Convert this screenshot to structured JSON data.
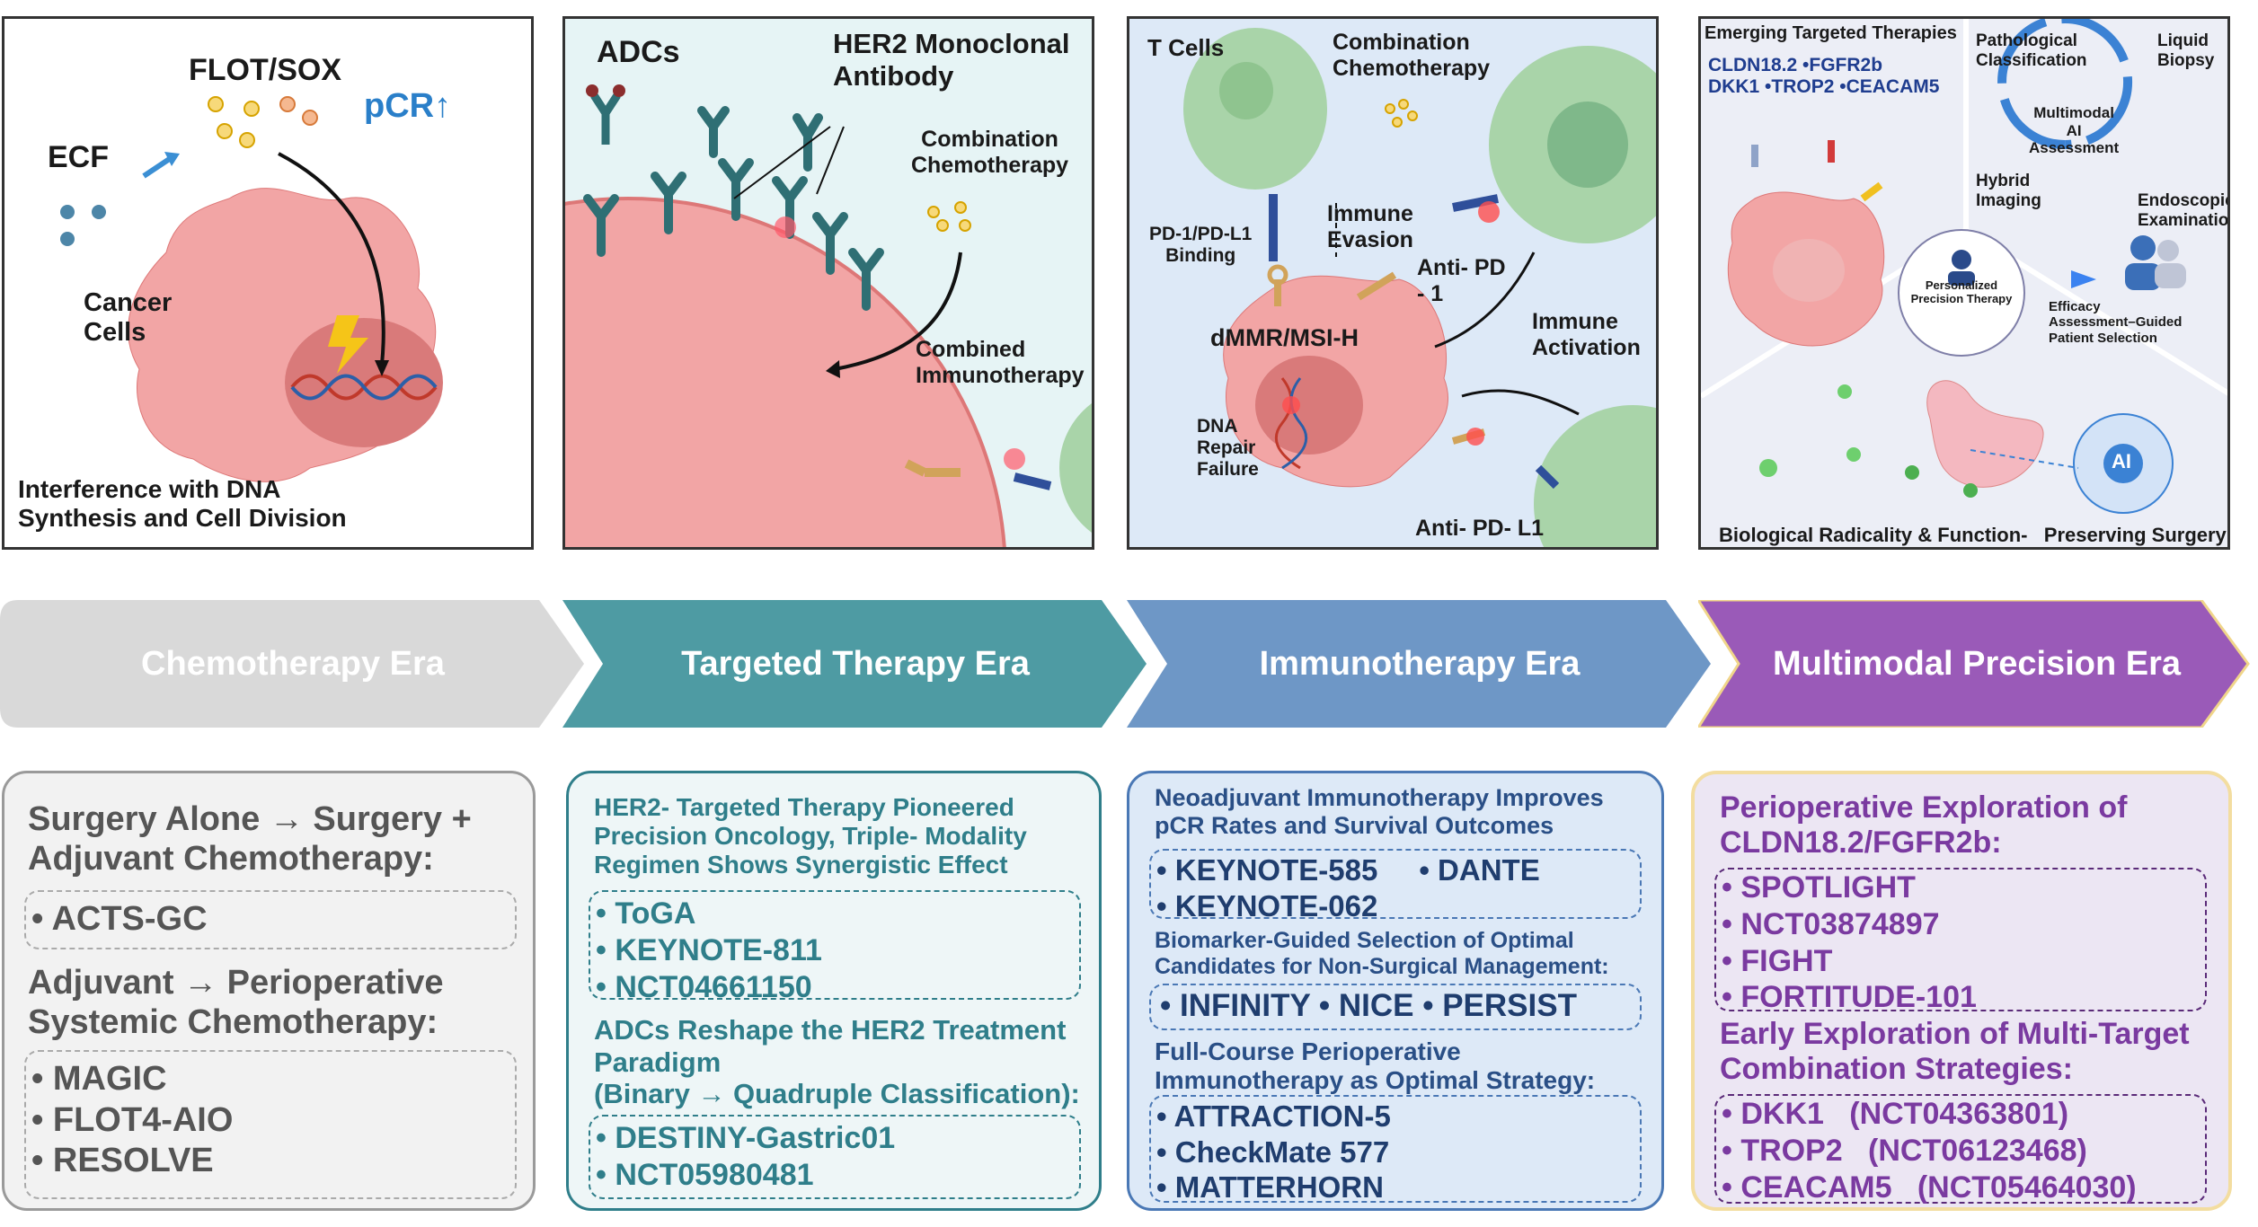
{
  "panel1": {
    "flot": "FLOT/SOX",
    "pcr": "pCR↑",
    "ecf": "ECF",
    "cancer": "Cancer\nCells",
    "caption": "Interference with DNA\nSynthesis and Cell Division"
  },
  "panel2": {
    "adcs": "ADCs",
    "her2": "HER2 Monoclonal\nAntibody",
    "chemo": "Combination\nChemotherapy",
    "immuno": "Combined\nImmunotherapy"
  },
  "panel3": {
    "tcells": "T Cells",
    "chemo": "Combination\nChemotherapy",
    "pd1": "PD-1/PD-L1\nBinding",
    "evasion": "Immune\nEvasion",
    "antipd1": "Anti- PD\n- 1",
    "activation": "Immune\nActivation",
    "dmmr": "dMMR/MSI-H",
    "dna": "DNA\nRepair\nFailure",
    "antipdl1": "Anti- PD- L1"
  },
  "panel4": {
    "emerging": "Emerging Targeted Therapies",
    "targets1": "CLDN18.2 •FGFR2b",
    "targets2": "DKK1 •TROP2 •CEACAM5",
    "patho": "Pathological\nClassification",
    "liquid": "Liquid\nBiopsy",
    "ai_assess": "Multimodal\nAI\nAssessment",
    "hybrid": "Hybrid\nImaging",
    "endo": "Endoscopic\nExamination",
    "personalized": "Personalized\nPrecision Therapy",
    "efficacy": "Efficacy\nAssessment–Guided\nPatient Selection",
    "ai": "AI",
    "bottom": "Biological Radicality & Function-   Preserving Surgery"
  },
  "eras": [
    {
      "label": "Chemotherapy Era",
      "color": "#d9d9d9"
    },
    {
      "label": "Targeted Therapy Era",
      "color": "#4e9ba3"
    },
    {
      "label": "Immunotherapy Era",
      "color": "#6e97c6"
    },
    {
      "label": "Multimodal Precision Era",
      "color": "#9a5ab8"
    }
  ],
  "box1": {
    "heading1": "Surgery Alone → Surgery +\nAdjuvant Chemotherapy:",
    "trials1": [
      "ACTS-GC"
    ],
    "heading2": "Adjuvant → Perioperative\nSystemic Chemotherapy:",
    "trials2": [
      "MAGIC",
      "FLOT4-AIO",
      "RESOLVE"
    ]
  },
  "box2": {
    "heading1": "HER2-  Targeted Therapy Pioneered\nPrecision Oncology, Triple-  Modality\nRegimen Shows Synergistic Effect",
    "trials1": [
      "ToGA",
      "KEYNOTE-811",
      "NCT04661150"
    ],
    "heading2": "ADCs Reshape the HER2 Treatment\nParadigm\n(Binary → Quadruple Classification):",
    "trials2": [
      "DESTINY-Gastric01",
      "NCT05980481"
    ]
  },
  "box3": {
    "heading1": "Neoadjuvant Immunotherapy Improves\npCR Rates and Survival Outcomes",
    "trials1a": "KEYNOTE-585",
    "trials1b": "DANTE",
    "trials1c": "KEYNOTE-062",
    "heading2": "Biomarker-Guided Selection of Optimal\nCandidates for Non-Surgical Management:",
    "trials2": "• INFINITY • NICE • PERSIST",
    "heading3": "Full-Course Perioperative\nImmunotherapy as Optimal Strategy:",
    "trials3": [
      "ATTRACTION-5",
      "CheckMate 577",
      "MATTERHORN"
    ]
  },
  "box4": {
    "heading1": "Perioperative Exploration of\nCLDN18.2/FGFR2b:",
    "trials1": [
      "SPOTLIGHT",
      "NCT03874897",
      "FIGHT",
      "FORTITUDE-101"
    ],
    "heading2": "Early Exploration of Multi-Target\nCombination Strategies:",
    "trials2": [
      "DKK1   (NCT04363801)",
      "TROP2   (NCT06123468)",
      "CEACAM5   (NCT05464030)"
    ]
  }
}
